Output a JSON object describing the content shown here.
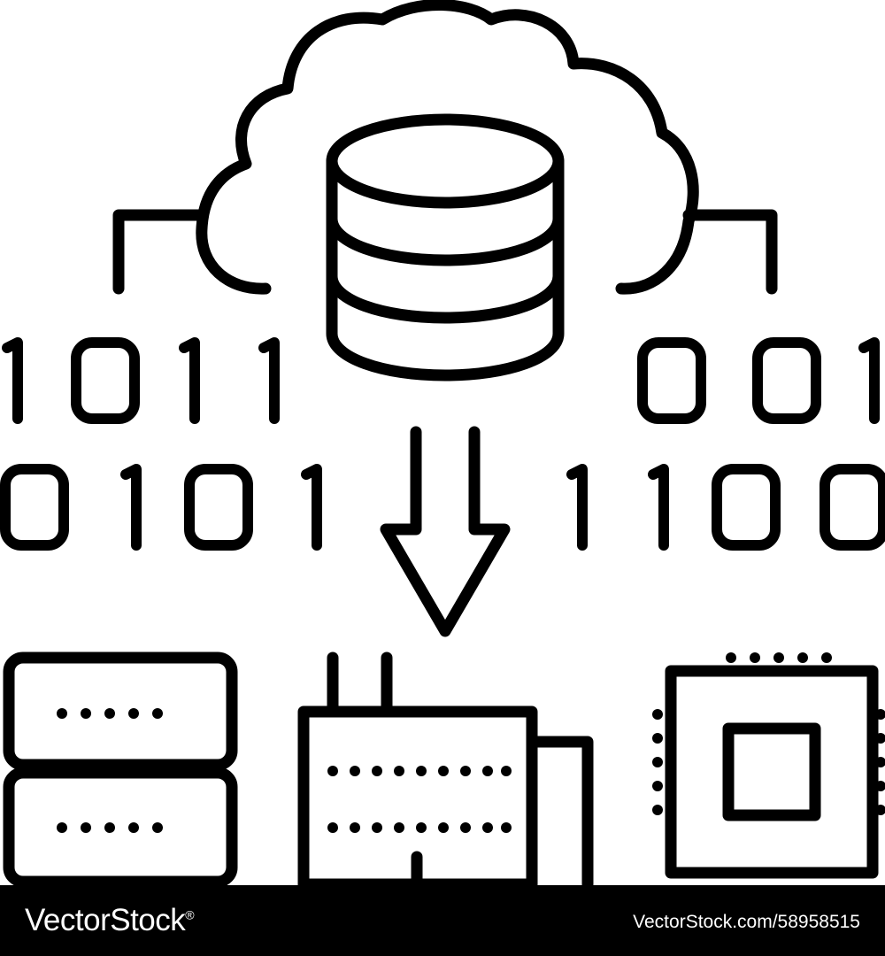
{
  "illustration": {
    "binary_left": [
      "1011",
      "0101"
    ],
    "binary_right": [
      "001",
      "1100"
    ],
    "icons": [
      "cloud-icon",
      "database-icon",
      "arrow-down-icon",
      "server-rack-icon",
      "factory-icon",
      "microchip-icon"
    ],
    "stroke_color": "#000000",
    "background_color": "#ffffff"
  },
  "footer": {
    "brand": "VectorStock",
    "brand_mark": "®",
    "stock_id": "VectorStock.com/58958515",
    "background_color": "#000000",
    "text_color": "#ffffff"
  }
}
